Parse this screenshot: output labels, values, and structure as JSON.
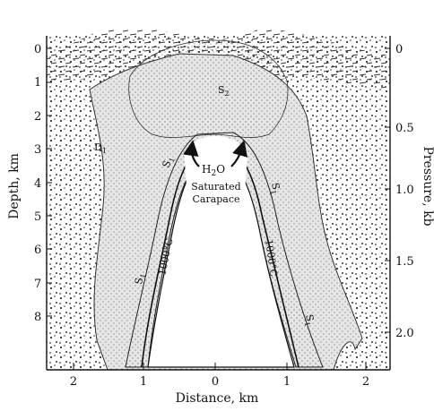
{
  "figure": {
    "x_axis": {
      "label": "Distance, km",
      "ticks": [
        {
          "label": "2",
          "value": -2
        },
        {
          "label": "1",
          "value": -1
        },
        {
          "label": "0",
          "value": 0
        },
        {
          "label": "1",
          "value": 1
        },
        {
          "label": "2",
          "value": 2
        }
      ]
    },
    "left_axis": {
      "label": "Depth, km",
      "ticks": [
        "0",
        "1",
        "2",
        "3",
        "4",
        "5",
        "6",
        "7",
        "8"
      ]
    },
    "right_axis": {
      "label": "Pressure, kb",
      "ticks": [
        "0",
        "0.5",
        "1.0",
        "1.5",
        "2.0"
      ]
    },
    "annotations": {
      "h2o": "H",
      "h2o_sub": "2",
      "h2o_end": "O",
      "saturated": "Saturated",
      "carapace": "Carapace",
      "isotherm_left": "1000°C",
      "isotherm_right": "1000°C",
      "s1_upper_left": "S",
      "s1_upper_left_sub": "1",
      "s1_lower_left": "S",
      "s1_lower_left_sub": "1",
      "s1_upper_right": "S",
      "s1_upper_right_sub": "1",
      "s1_lower_right": "S",
      "s1_lower_right_sub": "1",
      "d1": "D",
      "d1_sub": "1",
      "s2": "S",
      "s2_sub": "2"
    }
  }
}
